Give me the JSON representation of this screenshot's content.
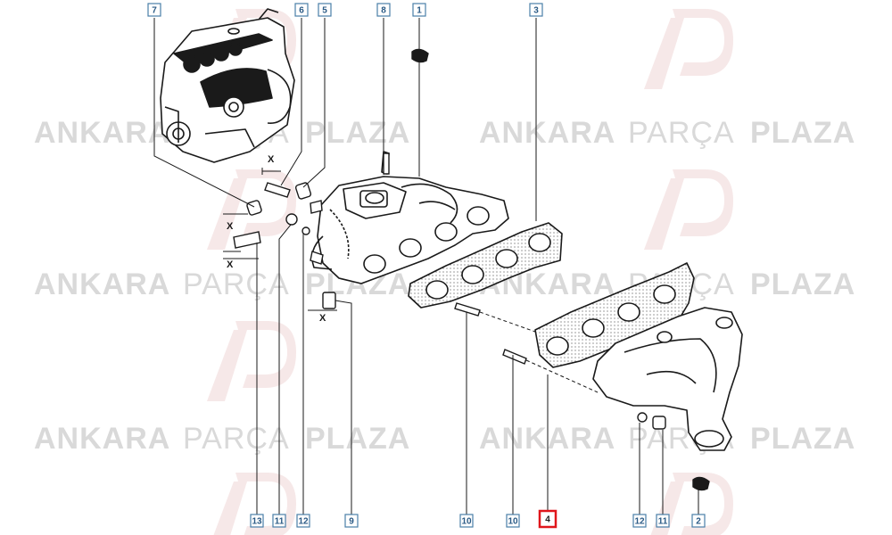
{
  "watermark": {
    "word1": "ANKARA",
    "word2": "PARÇA",
    "word3": "PLAZA",
    "logo_text": "AP",
    "color": "#d9d9d9",
    "logo_color": "#f0dcdc"
  },
  "x_marker": "X",
  "callouts": [
    {
      "id": "c7",
      "label": "7",
      "highlight": false
    },
    {
      "id": "c6",
      "label": "6",
      "highlight": false
    },
    {
      "id": "c5",
      "label": "5",
      "highlight": false
    },
    {
      "id": "c8",
      "label": "8",
      "highlight": false
    },
    {
      "id": "c1",
      "label": "1",
      "highlight": false
    },
    {
      "id": "c3",
      "label": "3",
      "highlight": false
    },
    {
      "id": "c13",
      "label": "13",
      "highlight": false
    },
    {
      "id": "c11a",
      "label": "11",
      "highlight": false
    },
    {
      "id": "c12a",
      "label": "12",
      "highlight": false
    },
    {
      "id": "c9",
      "label": "9",
      "highlight": false
    },
    {
      "id": "c10a",
      "label": "10",
      "highlight": false
    },
    {
      "id": "c10b",
      "label": "10",
      "highlight": false
    },
    {
      "id": "c4",
      "label": "4",
      "highlight": true
    },
    {
      "id": "c12b",
      "label": "12",
      "highlight": false
    },
    {
      "id": "c11b",
      "label": "11",
      "highlight": false
    },
    {
      "id": "c2",
      "label": "2",
      "highlight": false
    }
  ],
  "colors": {
    "line": "#1a1a1a",
    "callout_border": "#4a7fa8",
    "callout_text": "#2a5a85",
    "highlight": "#e0161b"
  }
}
